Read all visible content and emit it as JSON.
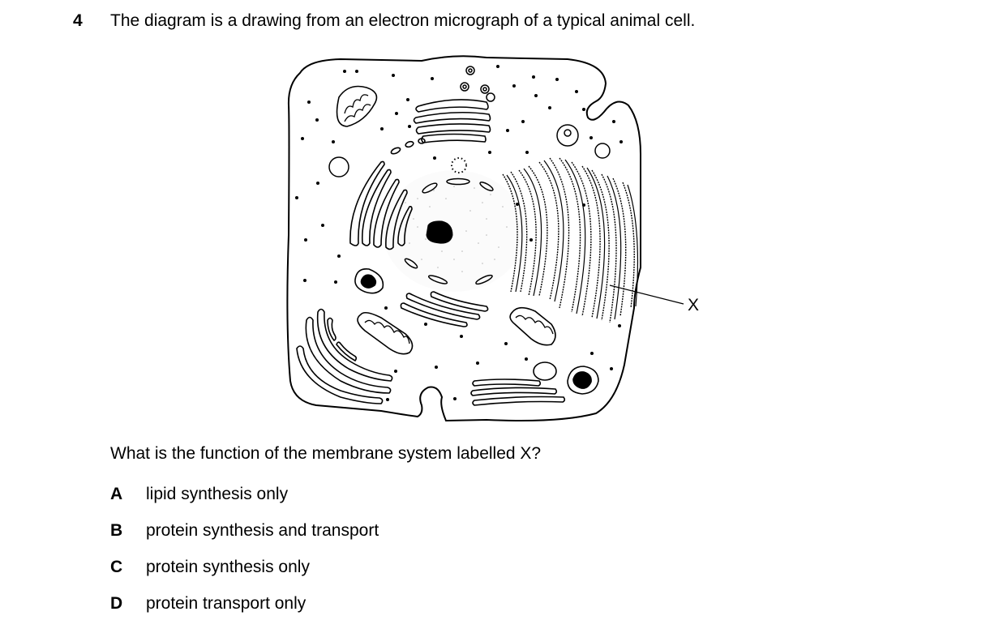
{
  "question": {
    "number": "4",
    "stem": "The diagram is a drawing from an electron micrograph of a typical animal cell.",
    "prompt": "What is the function of the membrane system labelled X?"
  },
  "diagram": {
    "label_x": "X"
  },
  "options": [
    {
      "letter": "A",
      "text": "lipid synthesis only"
    },
    {
      "letter": "B",
      "text": "protein synthesis and transport"
    },
    {
      "letter": "C",
      "text": "protein synthesis only"
    },
    {
      "letter": "D",
      "text": "protein transport only"
    }
  ]
}
